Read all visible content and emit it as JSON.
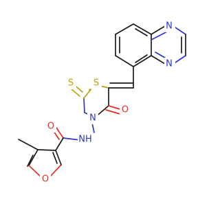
{
  "atoms": {
    "n_quinox_top": "N",
    "n_quinox_bottom": "N",
    "s_ring": "S",
    "s_thione": "S",
    "o_carbonyl_ring": "O",
    "n_ring": "N",
    "n_amide": "NH",
    "o_amide": "O",
    "o_furan": "O"
  },
  "colors": {
    "carbon_bond": "#1a1a1a",
    "nitrogen": "#2d34c8",
    "oxygen": "#e03020",
    "sulfur": "#b9a200",
    "background": "#ffffff"
  }
}
